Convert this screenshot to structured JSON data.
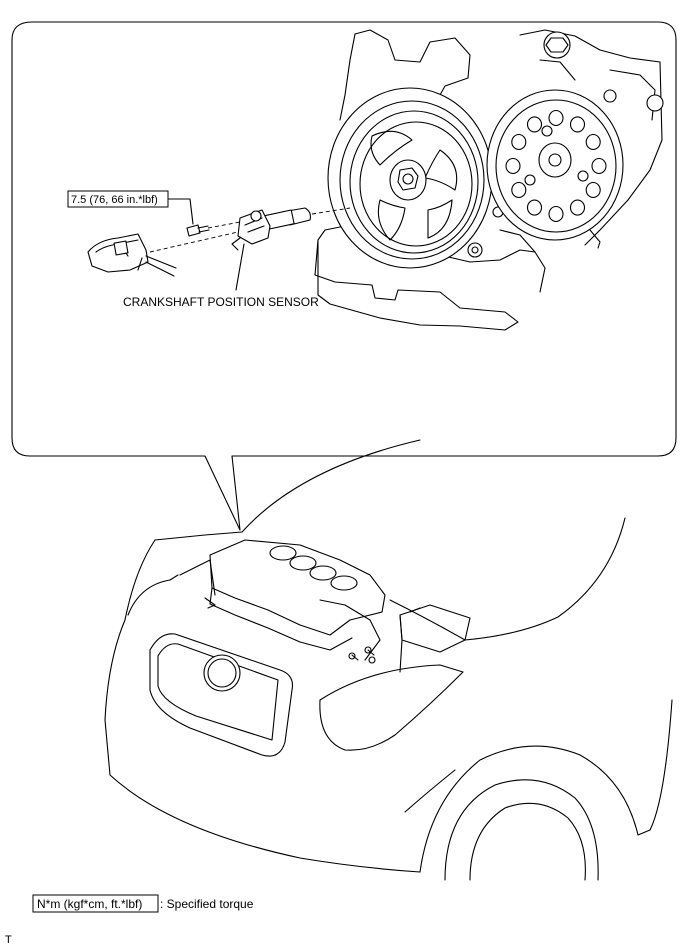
{
  "callout": {
    "torque_value": "7.5 (76, 66 in.*lbf)",
    "part_label": "CRANKSHAFT POSITION SENSOR"
  },
  "legend": {
    "box_text": "N*m (kgf*cm, ft.*lbf)",
    "description": ": Specified torque"
  },
  "corner_mark": "T"
}
